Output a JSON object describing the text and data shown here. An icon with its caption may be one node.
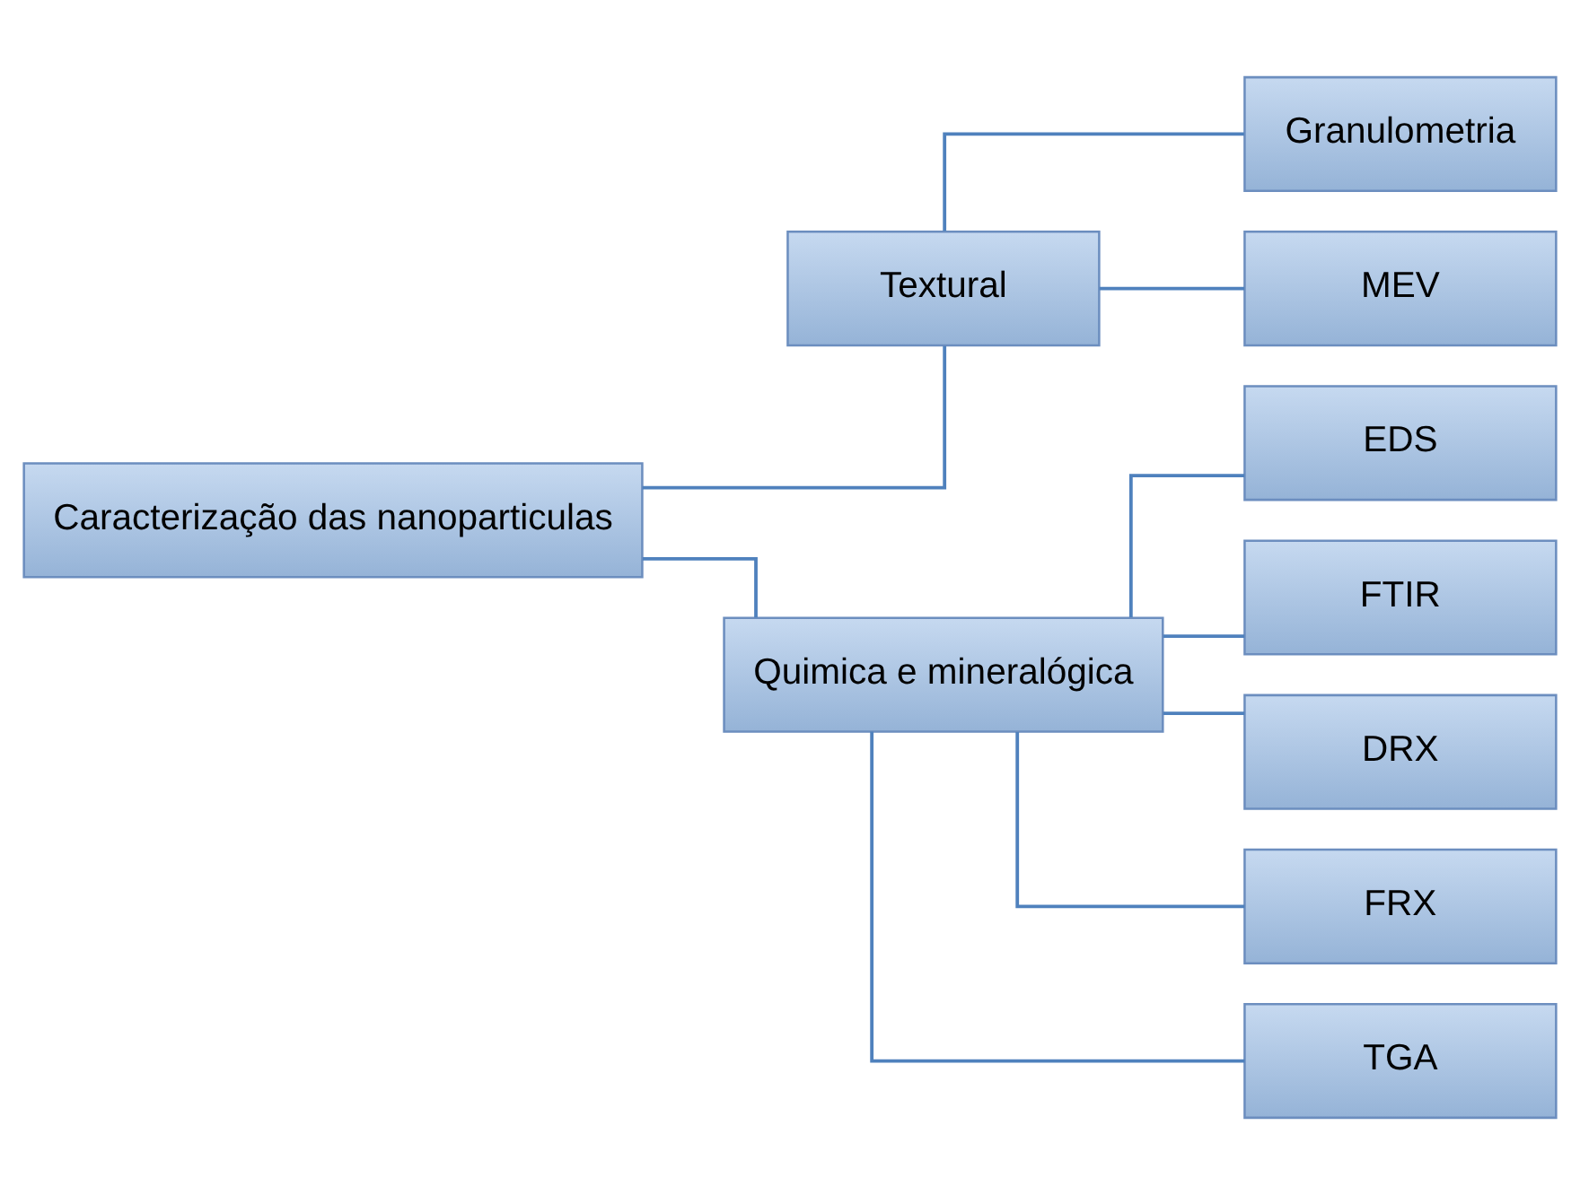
{
  "diagram": {
    "nodes": [
      {
        "text": [
          "Caracterização das nanoparticulas"
        ]
      },
      {
        "text": [
          "Textural"
        ]
      },
      {
        "text": [
          "Granulometria"
        ]
      },
      {
        "text": [
          "MEV"
        ]
      },
      {
        "text": [
          "Quimica e mineralógica"
        ]
      },
      {
        "text": [
          "EDS"
        ]
      },
      {
        "text": [
          "FTIR"
        ]
      },
      {
        "text": [
          "DRX"
        ]
      },
      {
        "text": [
          "FRX"
        ]
      },
      {
        "text": [
          "TGA"
        ]
      }
    ],
    "edges": [
      {
        "from": 0,
        "to": 1,
        "arrow": "none"
      },
      {
        "from": 0,
        "to": 4,
        "arrow": "none"
      },
      {
        "from": 1,
        "to": 2,
        "arrow": "none"
      },
      {
        "from": 1,
        "to": 3,
        "arrow": "none"
      },
      {
        "from": 4,
        "to": 5,
        "arrow": "none"
      },
      {
        "from": 4,
        "to": 6,
        "arrow": "none"
      },
      {
        "from": 4,
        "to": 7,
        "arrow": "none"
      },
      {
        "from": 4,
        "to": 8,
        "arrow": "none"
      },
      {
        "from": 4,
        "to": 9,
        "arrow": "none"
      }
    ]
  }
}
